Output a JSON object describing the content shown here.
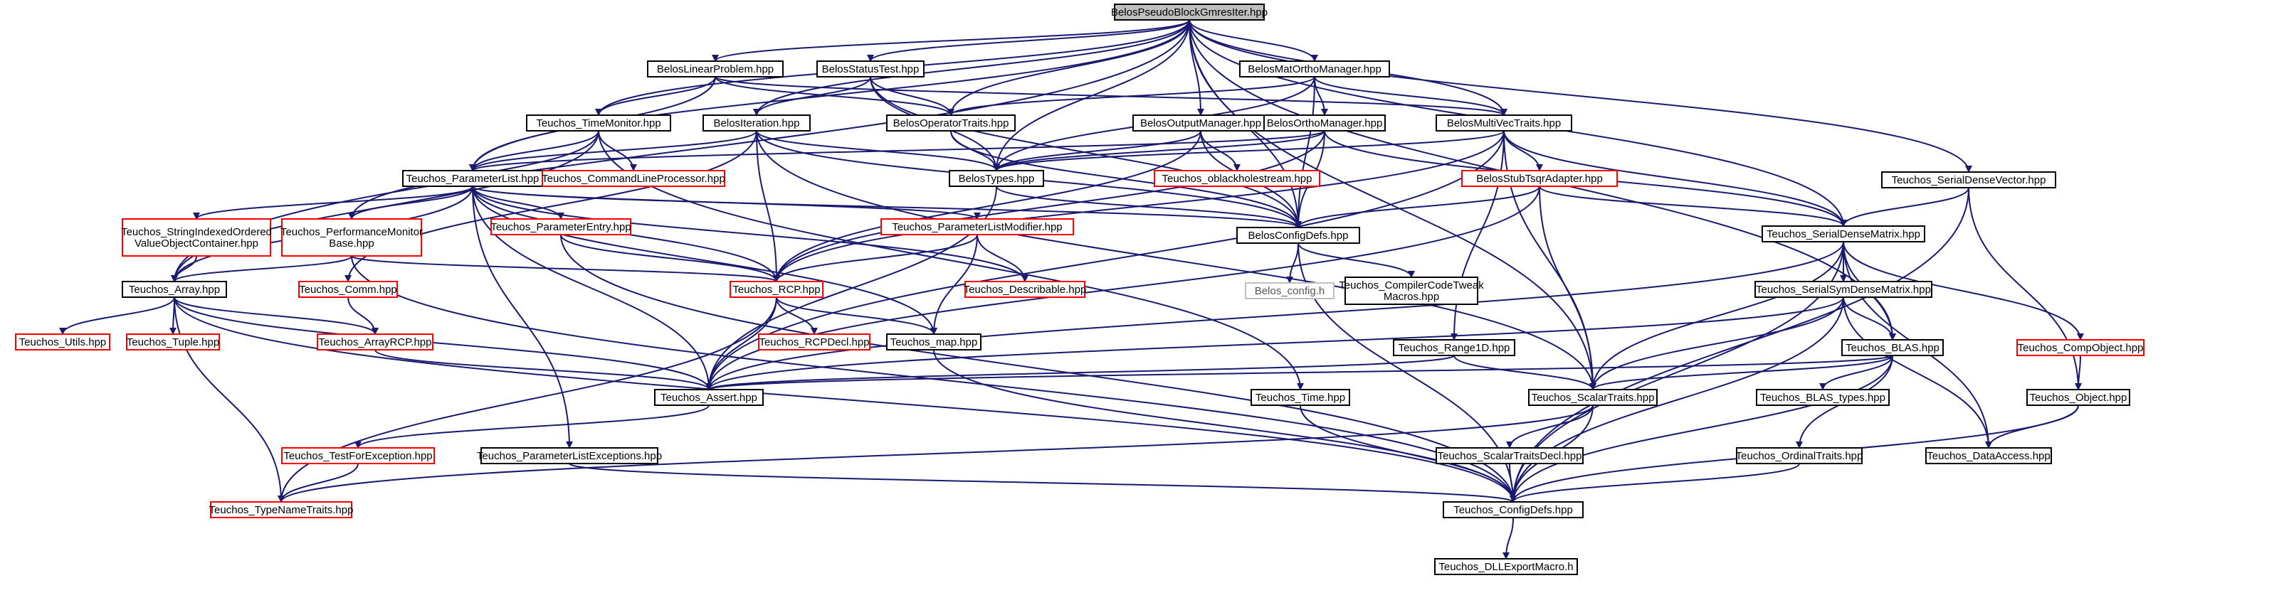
{
  "colors": {
    "edge": "#191970",
    "border": "#000000",
    "border_highlight": "#ff0000",
    "border_missing": "#bfbfbf",
    "root_fill": "#bfbfbf",
    "fill": "#ffffff",
    "text": "#000000"
  },
  "nodes": [
    {
      "id": "n1",
      "label": "BelosPseudoBlockGmresIter.hpp",
      "style": "root"
    },
    {
      "id": "n2",
      "label": "BelosLinearProblem.hpp",
      "style": "normal"
    },
    {
      "id": "n3",
      "label": "BelosStatusTest.hpp",
      "style": "normal"
    },
    {
      "id": "n4",
      "label": "BelosMatOrthoManager.hpp",
      "style": "normal"
    },
    {
      "id": "n5",
      "label": "Teuchos_TimeMonitor.hpp",
      "style": "normal"
    },
    {
      "id": "n6",
      "label": "BelosIteration.hpp",
      "style": "normal"
    },
    {
      "id": "n7",
      "label": "BelosOperatorTraits.hpp",
      "style": "normal"
    },
    {
      "id": "n8",
      "label": "BelosOutputManager.hpp",
      "style": "normal"
    },
    {
      "id": "n9",
      "label": "BelosOrthoManager.hpp",
      "style": "normal"
    },
    {
      "id": "n10",
      "label": "BelosMultiVecTraits.hpp",
      "style": "normal"
    },
    {
      "id": "n11",
      "label": "Teuchos_SerialDenseVector.hpp",
      "style": "normal"
    },
    {
      "id": "n12",
      "label": "Teuchos_ParameterList.hpp",
      "style": "normal"
    },
    {
      "id": "n13",
      "label": "Teuchos_CommandLineProcessor.hpp",
      "style": "red"
    },
    {
      "id": "n14",
      "label": "BelosTypes.hpp",
      "style": "normal"
    },
    {
      "id": "n15",
      "label": "Teuchos_oblackholestream.hpp",
      "style": "red"
    },
    {
      "id": "n16",
      "label": "BelosStubTsqrAdapter.hpp",
      "style": "red"
    },
    {
      "id": "n17",
      "label": "Teuchos_StringIndexedOrdered ValueObjectContainer.hpp",
      "style": "red"
    },
    {
      "id": "n18",
      "label": "Teuchos_PerformanceMonitor Base.hpp",
      "style": "red"
    },
    {
      "id": "n19",
      "label": "Teuchos_ParameterEntry.hpp",
      "style": "red"
    },
    {
      "id": "n20",
      "label": "Teuchos_ParameterListModifier.hpp",
      "style": "red"
    },
    {
      "id": "n21",
      "label": "BelosConfigDefs.hpp",
      "style": "normal"
    },
    {
      "id": "n22",
      "label": "Teuchos_SerialDenseMatrix.hpp",
      "style": "normal"
    },
    {
      "id": "n23",
      "label": "Teuchos_Array.hpp",
      "style": "normal"
    },
    {
      "id": "n24",
      "label": "Teuchos_Comm.hpp",
      "style": "red"
    },
    {
      "id": "n25",
      "label": "Teuchos_RCP.hpp",
      "style": "red"
    },
    {
      "id": "n26",
      "label": "Teuchos_Describable.hpp",
      "style": "red"
    },
    {
      "id": "n27",
      "label": "Belos_config.h",
      "style": "missing"
    },
    {
      "id": "n28",
      "label": "Teuchos_CompilerCodeTweak Macros.hpp",
      "style": "normal"
    },
    {
      "id": "n29",
      "label": "Teuchos_SerialSymDenseMatrix.hpp",
      "style": "normal"
    },
    {
      "id": "n30",
      "label": "Teuchos_Utils.hpp",
      "style": "red"
    },
    {
      "id": "n31",
      "label": "Teuchos_Tuple.hpp",
      "style": "red"
    },
    {
      "id": "n32",
      "label": "Teuchos_ArrayRCP.hpp",
      "style": "red"
    },
    {
      "id": "n33",
      "label": "Teuchos_RCPDecl.hpp",
      "style": "red"
    },
    {
      "id": "n34",
      "label": "Teuchos_map.hpp",
      "style": "normal"
    },
    {
      "id": "n35",
      "label": "Teuchos_Range1D.hpp",
      "style": "normal"
    },
    {
      "id": "n36",
      "label": "Teuchos_BLAS.hpp",
      "style": "normal"
    },
    {
      "id": "n37",
      "label": "Teuchos_CompObject.hpp",
      "style": "red"
    },
    {
      "id": "n38",
      "label": "Teuchos_Assert.hpp",
      "style": "normal"
    },
    {
      "id": "n39",
      "label": "Teuchos_Time.hpp",
      "style": "normal"
    },
    {
      "id": "n40",
      "label": "Teuchos_ScalarTraits.hpp",
      "style": "normal"
    },
    {
      "id": "n41",
      "label": "Teuchos_BLAS_types.hpp",
      "style": "normal"
    },
    {
      "id": "n42",
      "label": "Teuchos_Object.hpp",
      "style": "normal"
    },
    {
      "id": "n43",
      "label": "Teuchos_TestForException.hpp",
      "style": "red"
    },
    {
      "id": "n44",
      "label": "Teuchos_ParameterListExceptions.hpp",
      "style": "normal"
    },
    {
      "id": "n45",
      "label": "Teuchos_ScalarTraitsDecl.hpp",
      "style": "normal"
    },
    {
      "id": "n46",
      "label": "Teuchos_OrdinalTraits.hpp",
      "style": "normal"
    },
    {
      "id": "n47",
      "label": "Teuchos_DataAccess.hpp",
      "style": "normal"
    },
    {
      "id": "n48",
      "label": "Teuchos_TypeNameTraits.hpp",
      "style": "red"
    },
    {
      "id": "n49",
      "label": "Teuchos_ConfigDefs.hpp",
      "style": "normal"
    },
    {
      "id": "n50",
      "label": "Teuchos_DLLExportMacro.h",
      "style": "normal"
    }
  ],
  "edges": [
    [
      "n1",
      "n2"
    ],
    [
      "n1",
      "n3"
    ],
    [
      "n1",
      "n4"
    ],
    [
      "n1",
      "n5"
    ],
    [
      "n1",
      "n6"
    ],
    [
      "n1",
      "n7"
    ],
    [
      "n1",
      "n8"
    ],
    [
      "n1",
      "n10"
    ],
    [
      "n1",
      "n11"
    ],
    [
      "n1",
      "n12"
    ],
    [
      "n1",
      "n14"
    ],
    [
      "n1",
      "n21"
    ],
    [
      "n1",
      "n22"
    ],
    [
      "n1",
      "n36"
    ],
    [
      "n1",
      "n40"
    ],
    [
      "n1",
      "n23"
    ],
    [
      "n2",
      "n5"
    ],
    [
      "n2",
      "n7"
    ],
    [
      "n2",
      "n10"
    ],
    [
      "n2",
      "n12"
    ],
    [
      "n3",
      "n6"
    ],
    [
      "n3",
      "n7"
    ],
    [
      "n3",
      "n14"
    ],
    [
      "n3",
      "n21"
    ],
    [
      "n4",
      "n7"
    ],
    [
      "n4",
      "n9"
    ],
    [
      "n4",
      "n10"
    ],
    [
      "n4",
      "n14"
    ],
    [
      "n4",
      "n21"
    ],
    [
      "n5",
      "n12"
    ],
    [
      "n5",
      "n13"
    ],
    [
      "n5",
      "n18"
    ],
    [
      "n5",
      "n23"
    ],
    [
      "n5",
      "n39"
    ],
    [
      "n6",
      "n12"
    ],
    [
      "n6",
      "n14"
    ],
    [
      "n6",
      "n25"
    ],
    [
      "n6",
      "n21"
    ],
    [
      "n6",
      "n24"
    ],
    [
      "n6",
      "n40"
    ],
    [
      "n7",
      "n14"
    ],
    [
      "n7",
      "n21"
    ],
    [
      "n8",
      "n14"
    ],
    [
      "n8",
      "n15"
    ],
    [
      "n8",
      "n21"
    ],
    [
      "n8",
      "n25"
    ],
    [
      "n9",
      "n14"
    ],
    [
      "n9",
      "n21"
    ],
    [
      "n9",
      "n22"
    ],
    [
      "n9",
      "n25"
    ],
    [
      "n9",
      "n12"
    ],
    [
      "n10",
      "n14"
    ],
    [
      "n10",
      "n16"
    ],
    [
      "n10",
      "n22"
    ],
    [
      "n10",
      "n35"
    ],
    [
      "n10",
      "n38"
    ],
    [
      "n10",
      "n25"
    ],
    [
      "n10",
      "n40"
    ],
    [
      "n11",
      "n22"
    ],
    [
      "n11",
      "n42"
    ],
    [
      "n11",
      "n49"
    ],
    [
      "n12",
      "n17"
    ],
    [
      "n12",
      "n18"
    ],
    [
      "n12",
      "n19"
    ],
    [
      "n12",
      "n20"
    ],
    [
      "n12",
      "n23"
    ],
    [
      "n12",
      "n25"
    ],
    [
      "n12",
      "n26"
    ],
    [
      "n12",
      "n34"
    ],
    [
      "n12",
      "n38"
    ],
    [
      "n12",
      "n44"
    ],
    [
      "n12",
      "n21"
    ],
    [
      "n14",
      "n21"
    ],
    [
      "n14",
      "n38"
    ],
    [
      "n16",
      "n21"
    ],
    [
      "n16",
      "n22"
    ],
    [
      "n16",
      "n40"
    ],
    [
      "n16",
      "n38"
    ],
    [
      "n17",
      "n23"
    ],
    [
      "n18",
      "n23"
    ],
    [
      "n18",
      "n25"
    ],
    [
      "n18",
      "n49"
    ],
    [
      "n19",
      "n25"
    ],
    [
      "n19",
      "n49"
    ],
    [
      "n20",
      "n25"
    ],
    [
      "n20",
      "n26"
    ],
    [
      "n20",
      "n34"
    ],
    [
      "n21",
      "n27"
    ],
    [
      "n21",
      "n28"
    ],
    [
      "n21",
      "n49"
    ],
    [
      "n22",
      "n29"
    ],
    [
      "n22",
      "n36"
    ],
    [
      "n22",
      "n37"
    ],
    [
      "n22",
      "n40"
    ],
    [
      "n22",
      "n38"
    ],
    [
      "n22",
      "n47"
    ],
    [
      "n22",
      "n49"
    ],
    [
      "n23",
      "n30"
    ],
    [
      "n23",
      "n31"
    ],
    [
      "n23",
      "n32"
    ],
    [
      "n23",
      "n38"
    ],
    [
      "n23",
      "n48"
    ],
    [
      "n23",
      "n49"
    ],
    [
      "n24",
      "n32"
    ],
    [
      "n25",
      "n33"
    ],
    [
      "n25",
      "n34"
    ],
    [
      "n25",
      "n38"
    ],
    [
      "n25",
      "n48"
    ],
    [
      "n29",
      "n36"
    ],
    [
      "n29",
      "n40"
    ],
    [
      "n29",
      "n38"
    ],
    [
      "n29",
      "n47"
    ],
    [
      "n29",
      "n49"
    ],
    [
      "n32",
      "n38"
    ],
    [
      "n34",
      "n49"
    ],
    [
      "n35",
      "n38"
    ],
    [
      "n35",
      "n40"
    ],
    [
      "n36",
      "n40"
    ],
    [
      "n36",
      "n41"
    ],
    [
      "n36",
      "n46"
    ],
    [
      "n36",
      "n38"
    ],
    [
      "n36",
      "n49"
    ],
    [
      "n37",
      "n42"
    ],
    [
      "n38",
      "n43"
    ],
    [
      "n39",
      "n49"
    ],
    [
      "n40",
      "n45"
    ],
    [
      "n40",
      "n49"
    ],
    [
      "n40",
      "n48"
    ],
    [
      "n42",
      "n47"
    ],
    [
      "n42",
      "n49"
    ],
    [
      "n43",
      "n48"
    ],
    [
      "n44",
      "n49"
    ],
    [
      "n45",
      "n49"
    ],
    [
      "n46",
      "n49"
    ],
    [
      "n49",
      "n50"
    ]
  ]
}
